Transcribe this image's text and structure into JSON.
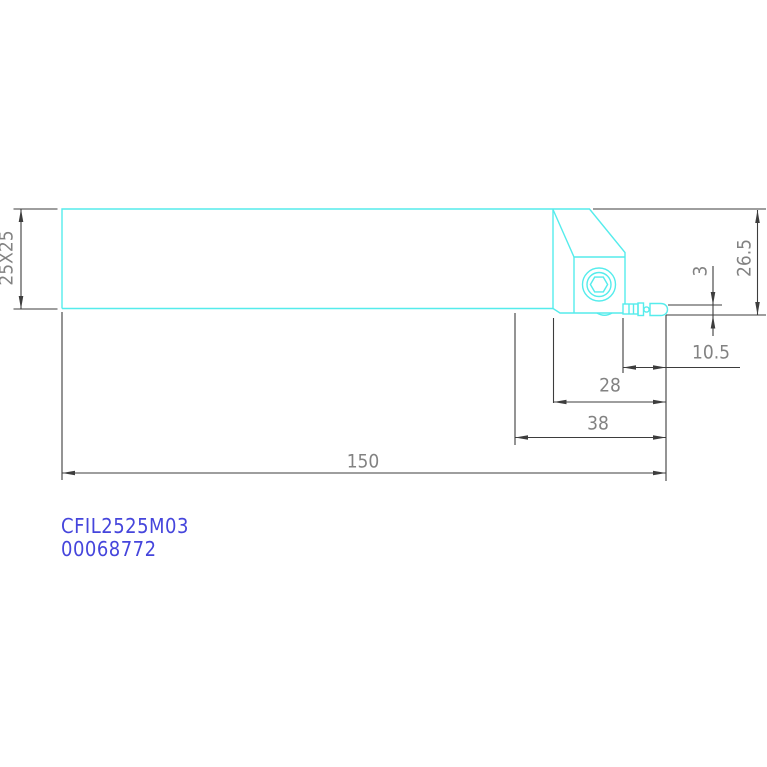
{
  "drawing": {
    "part_number": "CFIL2525M03",
    "order_number": "00068772",
    "dimensions": {
      "shank_section": "25X25",
      "tip_height": "26.5",
      "insert_width": "3",
      "tip_overhang": "10.5",
      "head_length": "28",
      "front_length": "38",
      "overall_length": "150"
    },
    "colors": {
      "part_outline": "#55ecec",
      "dimension_lines": "#3d3d3d",
      "dimension_text": "#828282",
      "label_text": "#4545dc",
      "background": "#ffffff"
    }
  }
}
